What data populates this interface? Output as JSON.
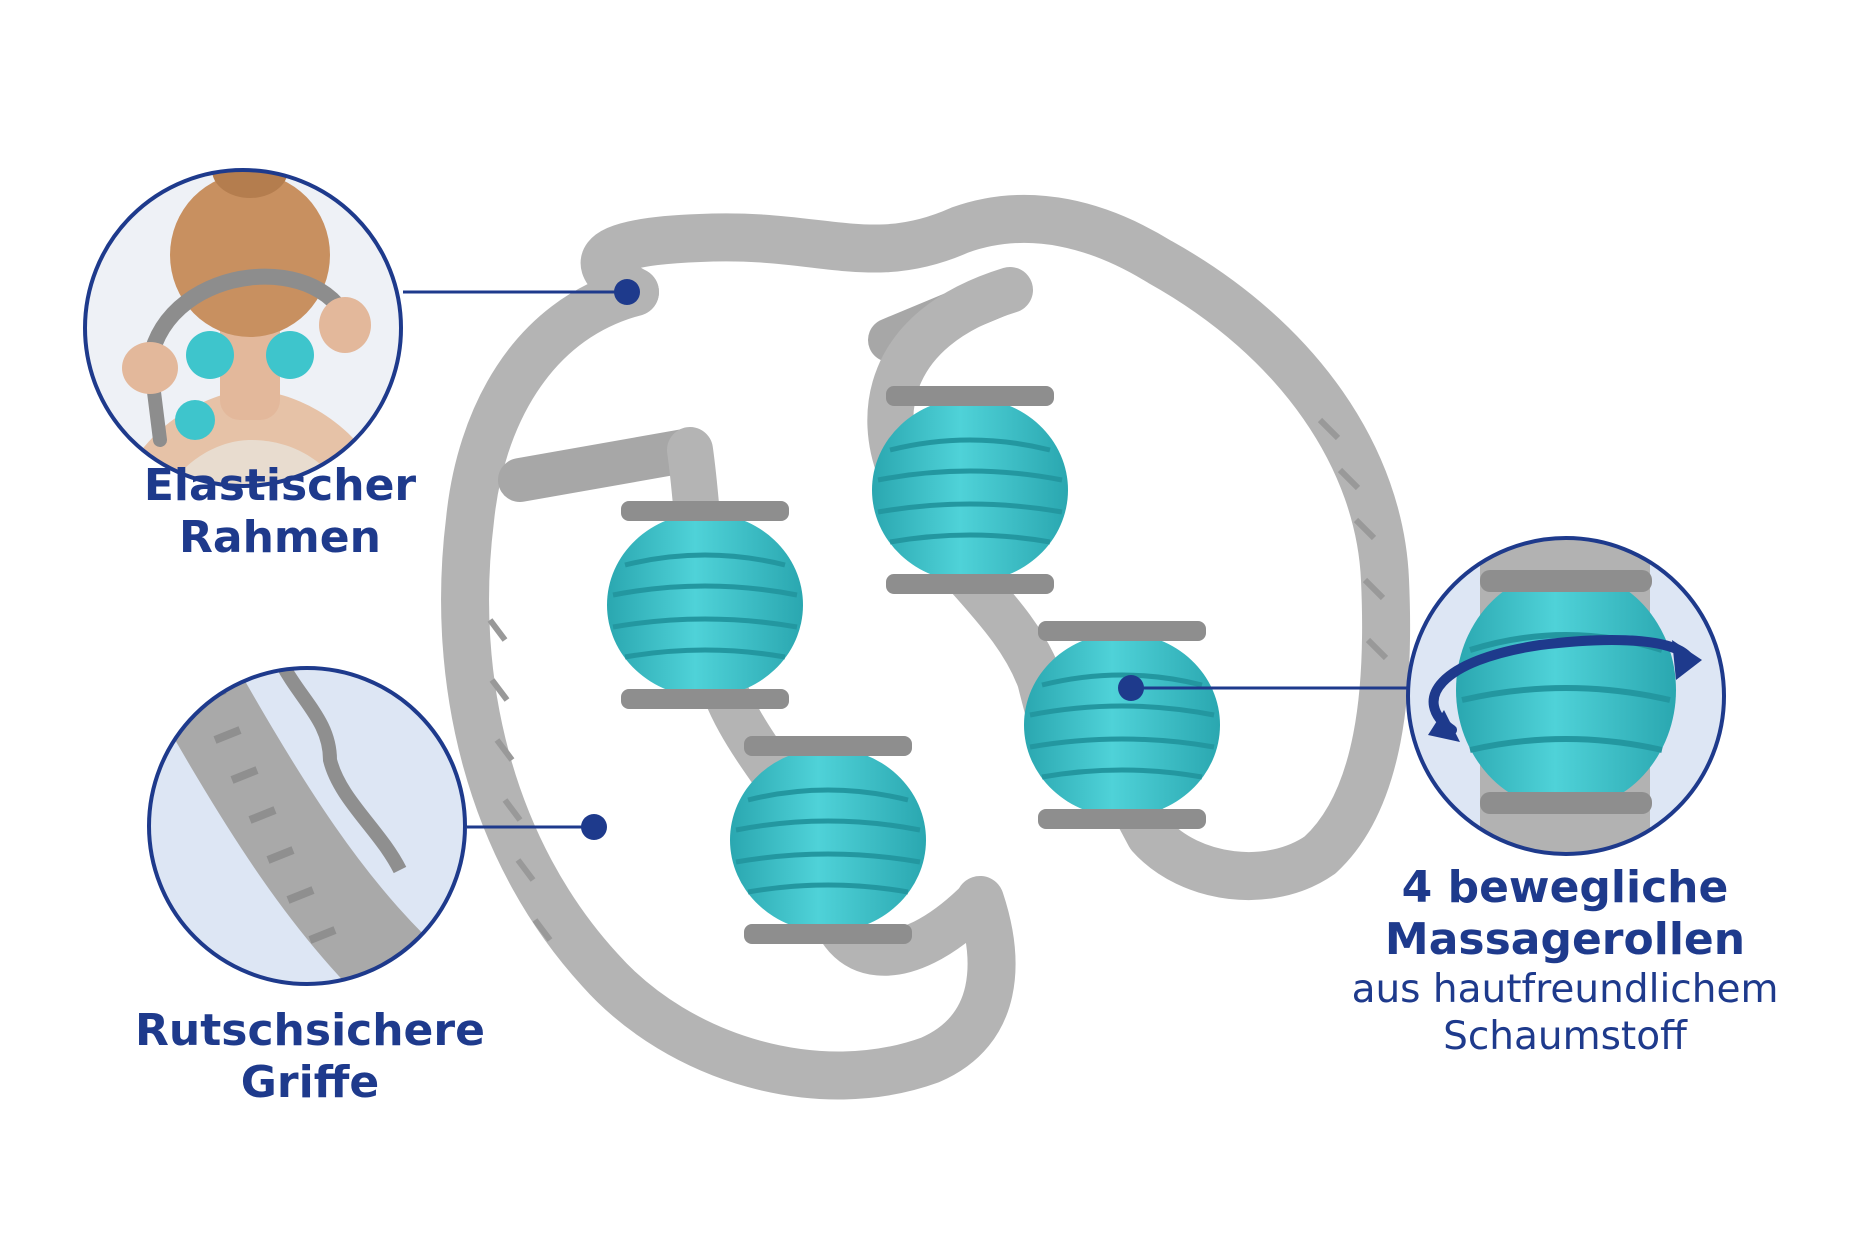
{
  "labels": {
    "frame": {
      "line1": "Elastischer",
      "line2": "Rahmen"
    },
    "grips": {
      "line1": "Rutschsichere",
      "line2": "Griffe"
    },
    "rollers": {
      "line1": "4 bewegliche",
      "line2": "Massagerollen",
      "line3": "aus hautfreundlichem",
      "line4": "Schaumstoff"
    }
  },
  "colors": {
    "label_text": "#1e3a8c",
    "frame_gray": "#b4b4b4",
    "roller_teal": "#3ec5cc",
    "circle_border": "#1e3a8c",
    "circle_fill": "#dde6f4"
  },
  "icons": [
    "neck-massage-photo",
    "grip-closeup",
    "roller-rotation-closeup",
    "rotation-arrows-icon"
  ]
}
